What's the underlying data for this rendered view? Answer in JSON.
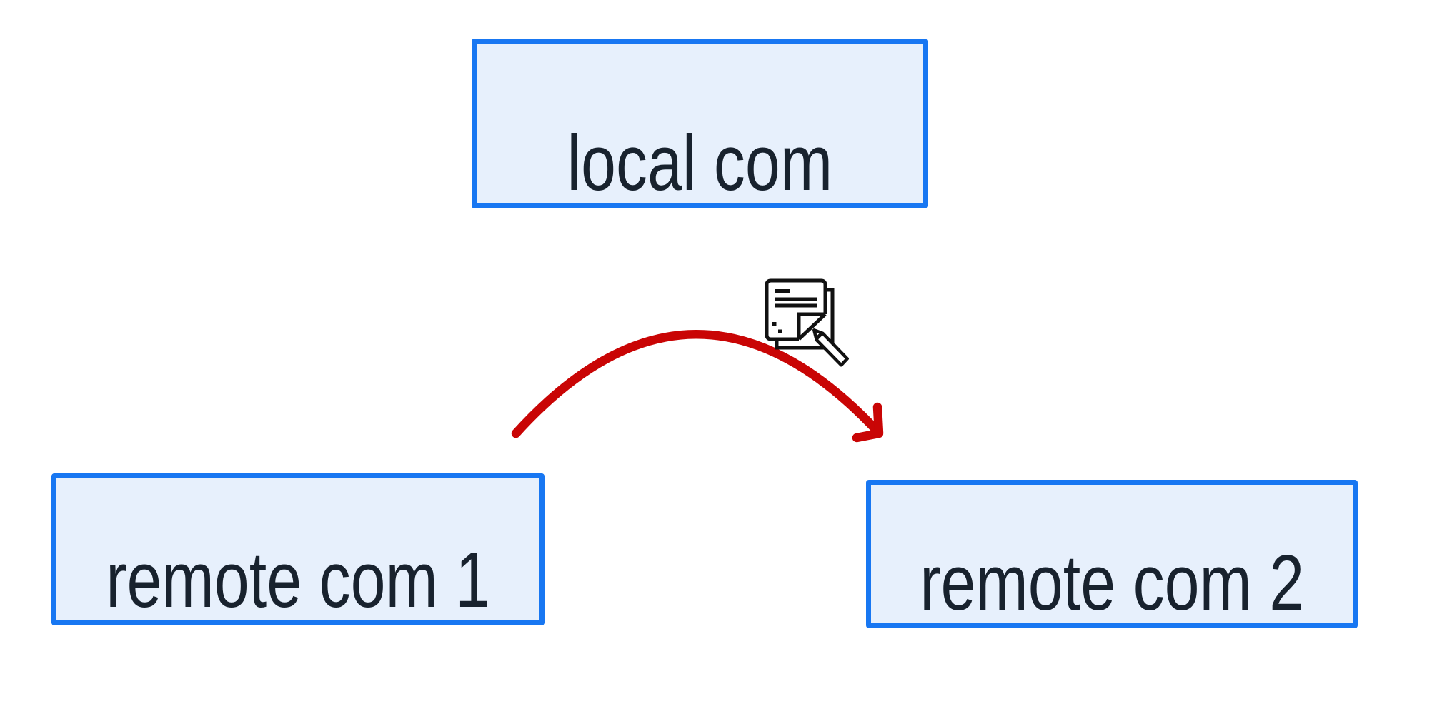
{
  "diagram": {
    "nodes": [
      {
        "id": "local-com",
        "label": "local com"
      },
      {
        "id": "remote-com-1",
        "label": "remote com 1"
      },
      {
        "id": "remote-com-2",
        "label": "remote com 2"
      }
    ],
    "edge": {
      "from": "remote com 1",
      "to": "remote com 2",
      "style": "curved-arrow",
      "icon": "edit-document-icon"
    },
    "colors": {
      "node_border": "#1877f2",
      "node_fill": "#e7f0fc",
      "node_text": "#18222e",
      "arrow": "#c90505",
      "icon": "#111111"
    }
  }
}
